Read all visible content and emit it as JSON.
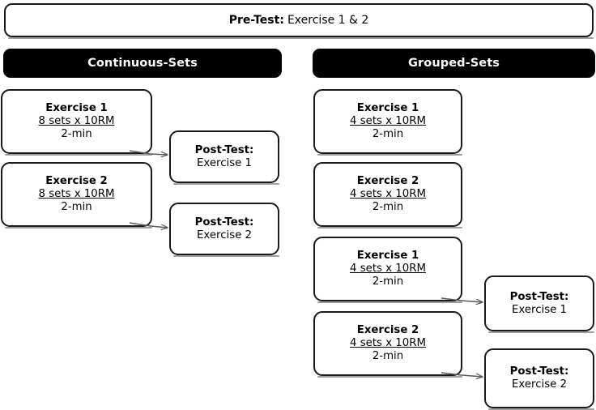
{
  "figure": {
    "type": "flow-diagram",
    "title_bar": {
      "lead": "Pre-Test:",
      "tail": "Exercise 1 & 2"
    }
  },
  "conditions": {
    "left": {
      "banner_label": "Continuous-Sets",
      "exercises": [
        {
          "title": "Exercise 1",
          "dose": "8 sets x 10RM",
          "rest": "2-min"
        },
        {
          "title": "Exercise 2",
          "dose": "8 sets x 10RM",
          "rest": "2-min"
        }
      ],
      "post_tests": [
        {
          "lead": "Post-Test:",
          "tail": "Exercise 1"
        },
        {
          "lead": "Post-Test:",
          "tail": "Exercise 2"
        }
      ]
    },
    "right": {
      "banner_label": "Grouped-Sets",
      "exercises": [
        {
          "title": "Exercise 1",
          "dose": "4 sets x 10RM",
          "rest": "2-min"
        },
        {
          "title": "Exercise 2",
          "dose": "4 sets x 10RM",
          "rest": "2-min"
        },
        {
          "title": "Exercise 1",
          "dose": "4 sets x 10RM",
          "rest": "2-min"
        },
        {
          "title": "Exercise 2",
          "dose": "4 sets x 10RM",
          "rest": "2-min"
        }
      ],
      "post_tests": [
        {
          "lead": "Post-Test:",
          "tail": "Exercise 1"
        },
        {
          "lead": "Post-Test:",
          "tail": "Exercise 2"
        }
      ]
    }
  },
  "colors": {
    "banner_background": "#000000",
    "banner_text": "#ffffff",
    "node_border": "#1a1a1a",
    "node_background": "#ffffff",
    "text": "#000000",
    "arrow": "#595959"
  }
}
